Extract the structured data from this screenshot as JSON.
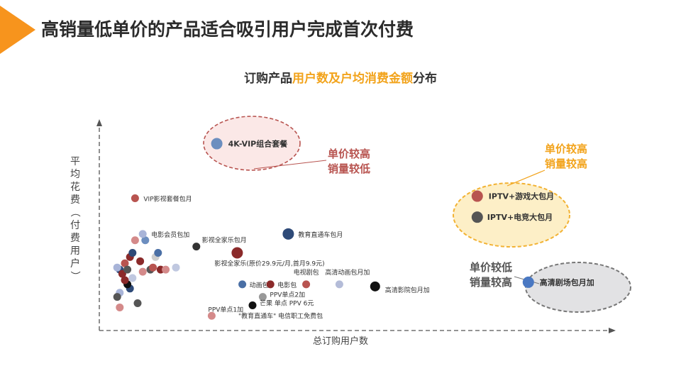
{
  "slide": {
    "title": "高销量低单价的产品适合吸引用户完成首次付费",
    "subtitle": {
      "pre": "订购产品",
      "highlight": "用户数及户均消费金额",
      "post": "分布"
    }
  },
  "colors": {
    "accent": "#f7941d",
    "highlight": "#f2a31b",
    "red": "#b85450",
    "blue": "#4a6fa5",
    "gray": "#666666"
  },
  "chart_data": {
    "type": "scatter",
    "xlabel": "总订购用户数",
    "ylabel": "平均花费（付费用户）",
    "xlim": [
      0,
      100
    ],
    "ylim": [
      0,
      100
    ],
    "grid": false,
    "labeled_points": [
      {
        "label": "4K-VIP组合套餐",
        "x": 23,
        "y": 89,
        "color": "#6c8ebf"
      },
      {
        "label": "VIP影视套餐包月",
        "x": 7,
        "y": 63,
        "color": "#b85450"
      },
      {
        "label": "电影会员包加",
        "x": 8.5,
        "y": 46,
        "color": "#a8b4d8"
      },
      {
        "label": "影视全家乐包月",
        "x": 19,
        "y": 40,
        "color": "#333333"
      },
      {
        "label": "教育直通车包月",
        "x": 37,
        "y": 46,
        "color": "#2e4a78"
      },
      {
        "label": "影视全家乐(原价29.9元/月,首月9.9元)",
        "x": 27,
        "y": 37,
        "color": "#8b2a2a"
      },
      {
        "label": "电视剧包",
        "x": 40.5,
        "y": 22,
        "color": "#b85450"
      },
      {
        "label": "高清动画包月加",
        "x": 47,
        "y": 22,
        "color": "#b4bcd8"
      },
      {
        "label": "高清影院包月加",
        "x": 54,
        "y": 21,
        "color": "#111111"
      },
      {
        "label": "动画包",
        "x": 28,
        "y": 22,
        "color": "#4a6fa5"
      },
      {
        "label": "电影包",
        "x": 33.5,
        "y": 22,
        "color": "#8b2a2a"
      },
      {
        "label": "PPV单点2加",
        "x": 32,
        "y": 16,
        "color": "#999999"
      },
      {
        "label": "芒果 单点 PPV 6元",
        "x": 30,
        "y": 12,
        "color": "#111111"
      },
      {
        "label": "\"教育直通车\" 电信职工免费包",
        "x": 30,
        "y": 8,
        "color": ""
      },
      {
        "label": "PPV单点1加",
        "x": 22,
        "y": 7,
        "color": "#d48a8a"
      },
      {
        "label": "IPTV+游戏大包月",
        "x": 74,
        "y": 64,
        "color": "#b85450"
      },
      {
        "label": "IPTV+电竞大包月",
        "x": 74,
        "y": 54,
        "color": "#555555"
      },
      {
        "label": "高清剧场包月加",
        "x": 84,
        "y": 23,
        "color": "#4a78c2"
      }
    ],
    "cluster_points": [
      {
        "x": 4,
        "y": 29,
        "color": "#2e4a78"
      },
      {
        "x": 3.5,
        "y": 30,
        "color": "#a8b4d8"
      },
      {
        "x": 4.5,
        "y": 27,
        "color": "#8b2a2a"
      },
      {
        "x": 5,
        "y": 32,
        "color": "#b85450"
      },
      {
        "x": 5.5,
        "y": 29,
        "color": "#555555"
      },
      {
        "x": 6,
        "y": 35,
        "color": "#8b2a2a"
      },
      {
        "x": 6.5,
        "y": 37,
        "color": "#2e4a78"
      },
      {
        "x": 7,
        "y": 43,
        "color": "#d48a8a"
      },
      {
        "x": 9,
        "y": 43,
        "color": "#6c8ebf"
      },
      {
        "x": 8,
        "y": 33,
        "color": "#8b2a2a"
      },
      {
        "x": 8.5,
        "y": 28,
        "color": "#d48a8a"
      },
      {
        "x": 10,
        "y": 29,
        "color": "#555555"
      },
      {
        "x": 10.5,
        "y": 30,
        "color": "#b85450"
      },
      {
        "x": 11,
        "y": 35,
        "color": "#cccccc"
      },
      {
        "x": 11.5,
        "y": 37,
        "color": "#4a6fa5"
      },
      {
        "x": 12,
        "y": 29,
        "color": "#8b2a2a"
      },
      {
        "x": 13,
        "y": 29,
        "color": "#d48a8a"
      },
      {
        "x": 15,
        "y": 30,
        "color": "#c0c8e0"
      },
      {
        "x": 6,
        "y": 20,
        "color": "#2e4a78"
      },
      {
        "x": 5.5,
        "y": 22,
        "color": "#111111"
      },
      {
        "x": 4,
        "y": 18,
        "color": "#a8b4d8"
      },
      {
        "x": 3.5,
        "y": 16,
        "color": "#555555"
      },
      {
        "x": 4,
        "y": 11,
        "color": "#d48a8a"
      },
      {
        "x": 7.5,
        "y": 13,
        "color": "#555555"
      },
      {
        "x": 6.5,
        "y": 25,
        "color": "#c0c8e0"
      },
      {
        "x": 5,
        "y": 24,
        "color": "#8b2a2a"
      }
    ],
    "annotations": [
      {
        "lines": [
          "单价较高",
          "销量较低"
        ],
        "color": "#b85450"
      },
      {
        "lines": [
          "单价较高",
          "销量较高"
        ],
        "color": "#f2a31b"
      },
      {
        "lines": [
          "单价较低",
          "销量较高"
        ],
        "color": "#555555"
      }
    ]
  }
}
